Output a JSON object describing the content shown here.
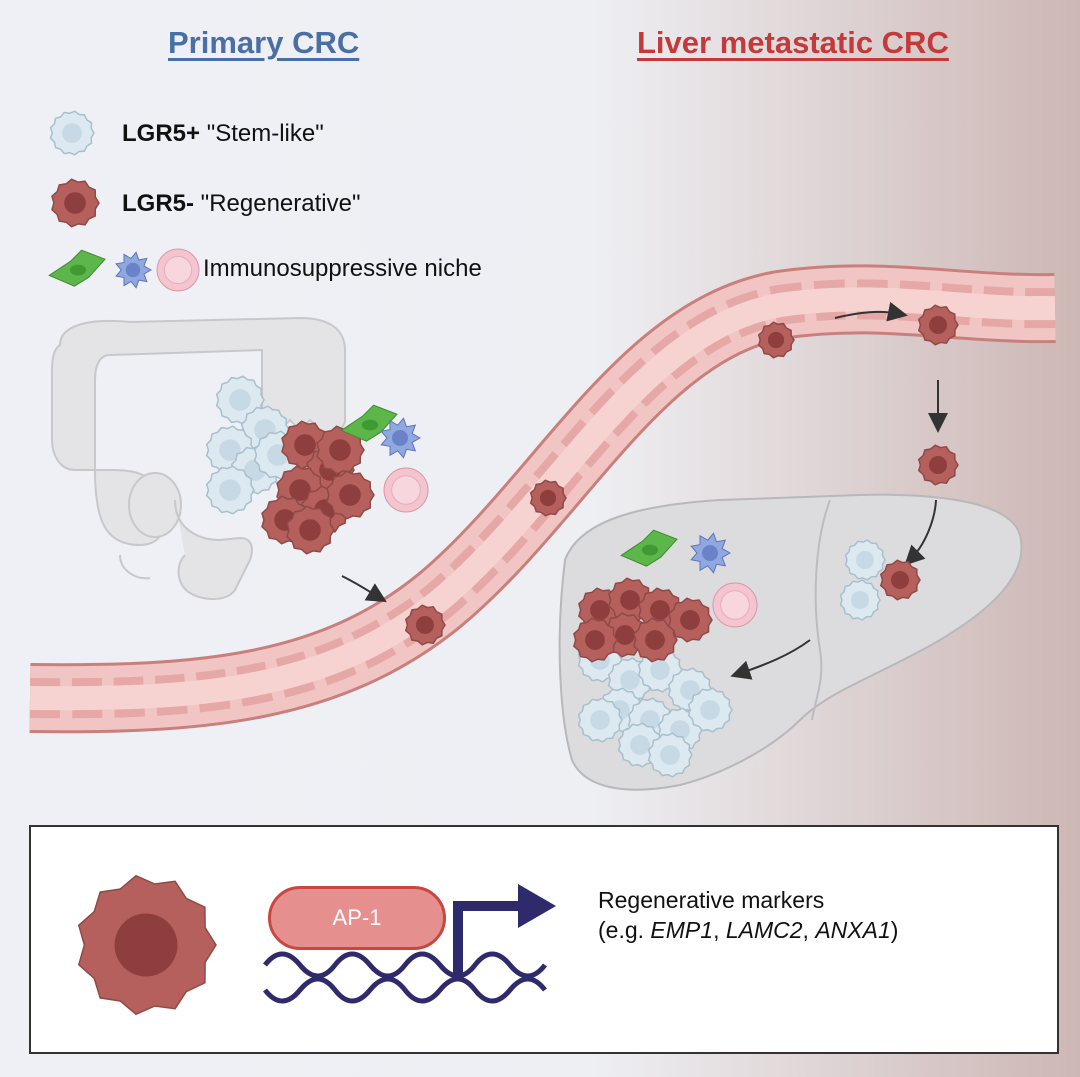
{
  "titles": {
    "primary": "Primary CRC",
    "liver": "Liver metastatic CRC",
    "primary_color": "#4a6fa5",
    "liver_color": "#c4393a"
  },
  "legend": {
    "stem": {
      "bold": "LGR5+",
      "text": " \"Stem-like\""
    },
    "regen": {
      "bold": "LGR5-",
      "text": " \"Regenerative\""
    },
    "niche": {
      "text": "Immunosuppressive niche"
    }
  },
  "box": {
    "factor": "AP-1",
    "markers_line1": "Regenerative markers",
    "markers_prefix": "(e.g. ",
    "marker1": "EMP1",
    "sep1": ", ",
    "marker2": "LAMC2",
    "sep2": ", ",
    "marker3": "ANXA1",
    "markers_suffix": ")"
  },
  "colors": {
    "regen_cell": "#b5605c",
    "regen_nucleus": "#8e3e3c",
    "stem_cell": "#dde9f0",
    "vessel": "#f0c5c3",
    "vessel_edge": "#c9807d",
    "fibroblast": "#5db64a",
    "macrophage": "#8fa8e0",
    "tcell": "#f4c4cf",
    "dna": "#2f2a6b",
    "arrow": "#2f2a6b"
  }
}
